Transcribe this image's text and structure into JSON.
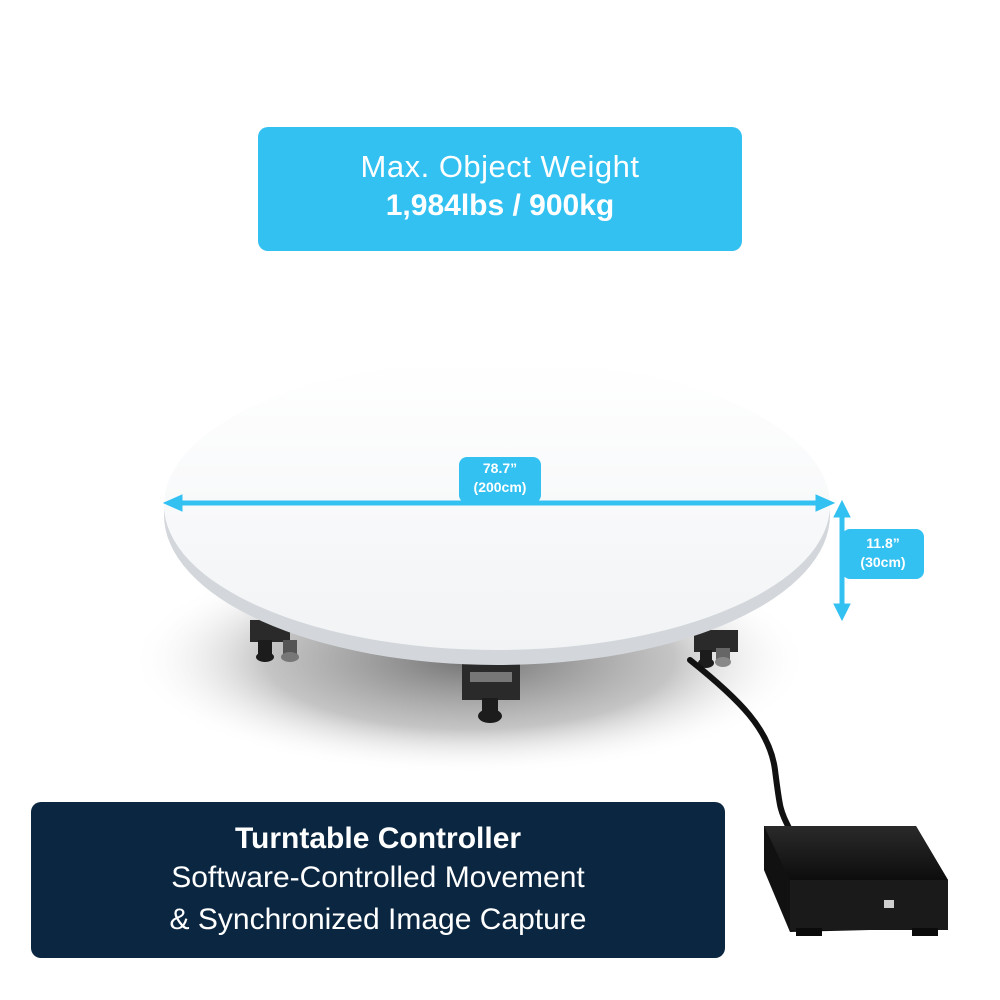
{
  "weight_badge": {
    "label": "Max. Object Weight",
    "value": "1,984lbs / 900kg"
  },
  "dimensions": {
    "diameter_line1": "78.7”",
    "diameter_line2": "(200cm)",
    "height_line1": "11.8”",
    "height_line2": "(30cm)"
  },
  "controller_badge": {
    "title": "Turntable Controller",
    "line1": "Software-Controlled Movement",
    "line2": "& Synchronized Image Capture"
  },
  "colors": {
    "accent": "#33c1f2",
    "navy": "#0b2640"
  }
}
